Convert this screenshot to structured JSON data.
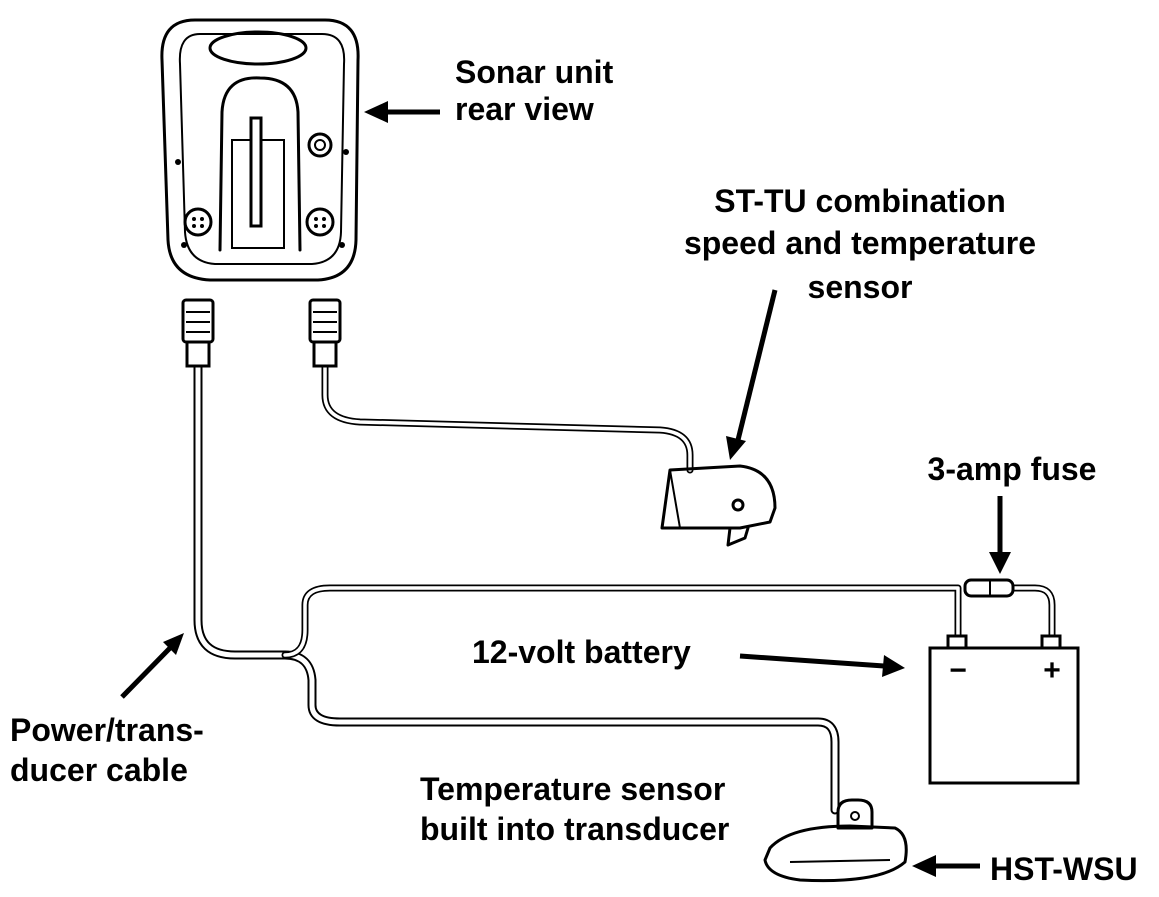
{
  "labels": {
    "sonar_line1": "Sonar unit",
    "sonar_line2": "rear view",
    "sttu_line1": "ST-TU combination",
    "sttu_line2": "speed and temperature",
    "sttu_line3": "sensor",
    "fuse": "3-amp fuse",
    "battery": "12-volt battery",
    "cable_line1": "Power/trans-",
    "cable_line2": "ducer cable",
    "temp_line1": "Temperature sensor",
    "temp_line2": "built into transducer",
    "hst": "HST-WSU"
  },
  "battery_terminals": {
    "negative": "−",
    "positive": "+"
  }
}
